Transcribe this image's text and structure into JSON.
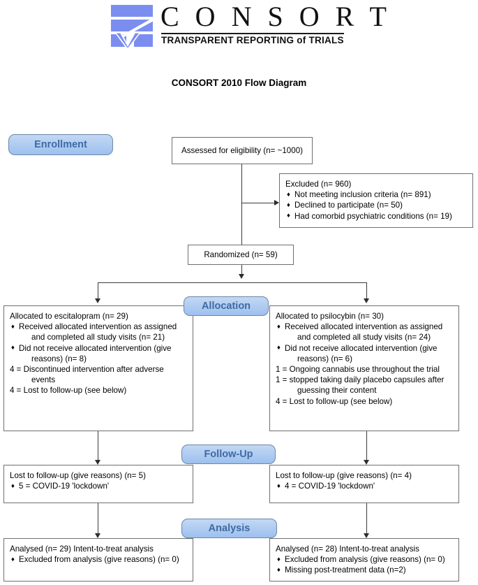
{
  "logo": {
    "wordmark": "C O N S O R T",
    "tagline_main": "TRANSPARENT REPORTING",
    "tagline_of": "of",
    "tagline_end": "TRIALS",
    "mark_color": "#7b8ef0",
    "text_color": "#111111"
  },
  "title": "CONSORT 2010 Flow Diagram",
  "stages": {
    "enrollment": "Enrollment",
    "allocation": "Allocation",
    "followup": "Follow-Up",
    "analysis": "Analysis"
  },
  "style": {
    "pill_fill_top": "#c3d8f4",
    "pill_fill_bottom": "#9dc0ee",
    "pill_border": "#6b87a8",
    "pill_text": "#3f6aa3",
    "box_border": "#6f6f6f",
    "connector": "#3a3a3a"
  },
  "boxes": {
    "assessed": {
      "lines": [
        {
          "type": "plain",
          "text": "Assessed for eligibility (n= ~1000)"
        }
      ]
    },
    "excluded": {
      "lines": [
        {
          "type": "plain",
          "text": "Excluded (n= 960)"
        },
        {
          "type": "bullet",
          "text": "Not meeting inclusion criteria (n= 891)"
        },
        {
          "type": "bullet",
          "text": "Declined to participate (n= 50)"
        },
        {
          "type": "bullet",
          "text": "Had comorbid psychiatric conditions  (n= 19)"
        }
      ]
    },
    "randomized": {
      "lines": [
        {
          "type": "plain",
          "text": "Randomized (n= 59)"
        }
      ]
    },
    "alloc_left": {
      "lines": [
        {
          "type": "plain",
          "text": "Allocated to escitalopram (n= 29)"
        },
        {
          "type": "bullet",
          "text": "Received allocated intervention as assigned"
        },
        {
          "type": "indent",
          "text": "and completed all study visits (n= 21)"
        },
        {
          "type": "bullet",
          "text": "Did not receive allocated intervention (give"
        },
        {
          "type": "indent",
          "text": "reasons) (n= 8)"
        },
        {
          "type": "plain",
          "text": "4 = Discontinued intervention after adverse"
        },
        {
          "type": "indent",
          "text": "events"
        },
        {
          "type": "plain",
          "text": "4 = Lost to follow-up (see below)"
        }
      ]
    },
    "alloc_right": {
      "lines": [
        {
          "type": "plain",
          "text": "Allocated to psilocybin (n= 30)"
        },
        {
          "type": "bullet",
          "text": "Received allocated intervention as assigned"
        },
        {
          "type": "indent",
          "text": "and completed all study visits (n= 24)"
        },
        {
          "type": "bullet",
          "text": "Did not receive allocated intervention (give"
        },
        {
          "type": "indent",
          "text": "reasons) (n= 6)"
        },
        {
          "type": "plain",
          "text": "1 = Ongoing cannabis use throughout the trial"
        },
        {
          "type": "plain",
          "text": "1 = stopped taking daily placebo capsules after"
        },
        {
          "type": "indent",
          "text": "guessing their content"
        },
        {
          "type": "plain",
          "text": "4 = Lost to follow-up (see below)"
        }
      ]
    },
    "followup_left": {
      "lines": [
        {
          "type": "plain",
          "text": "Lost to follow-up (give reasons) (n= 5)"
        },
        {
          "type": "bullet",
          "text": "5 = COVID-19 'lockdown'"
        }
      ]
    },
    "followup_right": {
      "lines": [
        {
          "type": "plain",
          "text": "Lost to follow-up (give reasons) (n= 4)"
        },
        {
          "type": "bullet",
          "text": "4 = COVID-19 'lockdown'"
        }
      ]
    },
    "analysis_left": {
      "lines": [
        {
          "type": "plain",
          "text": "Analysed (n= 29) Intent-to-treat analysis"
        },
        {
          "type": "bullet",
          "text": "Excluded from analysis (give reasons) (n= 0)"
        }
      ]
    },
    "analysis_right": {
      "lines": [
        {
          "type": "plain",
          "text": "Analysed (n= 28) Intent-to-treat analysis"
        },
        {
          "type": "bullet",
          "text": "Excluded from analysis (give reasons) (n= 0)"
        },
        {
          "type": "bullet",
          "text": "Missing post-treatment data (n=2)"
        }
      ]
    }
  }
}
